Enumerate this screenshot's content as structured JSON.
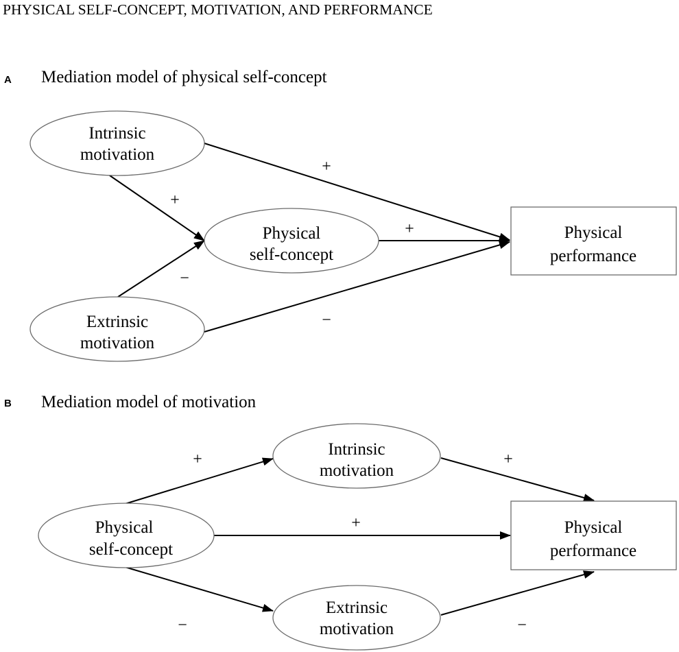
{
  "header": {
    "title": "PHYSICAL SELF-CONCEPT, MOTIVATION, AND PERFORMANCE"
  },
  "colors": {
    "text": "#000000",
    "node_border": "#6b6b6b",
    "edge": "#000000",
    "background": "#ffffff"
  },
  "panels": {
    "a": {
      "letter": "A",
      "title": "Mediation model of physical self-concept",
      "nodes": {
        "intrinsic": {
          "line1": "Intrinsic",
          "line2": "motivation"
        },
        "self_concept": {
          "line1": "Physical",
          "line2": "self-concept"
        },
        "extrinsic": {
          "line1": "Extrinsic",
          "line2": "motivation"
        },
        "performance": {
          "line1": "Physical",
          "line2": "performance"
        }
      },
      "edges": [
        {
          "from": "Intrinsic motivation",
          "to": "Physical performance",
          "sign": "+"
        },
        {
          "from": "Intrinsic motivation",
          "to": "Physical self-concept",
          "sign": "+"
        },
        {
          "from": "Physical self-concept",
          "to": "Physical performance",
          "sign": "+"
        },
        {
          "from": "Extrinsic motivation",
          "to": "Physical self-concept",
          "sign": "−"
        },
        {
          "from": "Extrinsic motivation",
          "to": "Physical performance",
          "sign": "−"
        }
      ]
    },
    "b": {
      "letter": "B",
      "title": "Mediation model of motivation",
      "nodes": {
        "self_concept": {
          "line1": "Physical",
          "line2": "self-concept"
        },
        "intrinsic": {
          "line1": "Intrinsic",
          "line2": "motivation"
        },
        "extrinsic": {
          "line1": "Extrinsic",
          "line2": "motivation"
        },
        "performance": {
          "line1": "Physical",
          "line2": "performance"
        }
      },
      "edges": [
        {
          "from": "Physical self-concept",
          "to": "Intrinsic motivation",
          "sign": "+"
        },
        {
          "from": "Intrinsic motivation",
          "to": "Physical performance",
          "sign": "+"
        },
        {
          "from": "Physical self-concept",
          "to": "Physical performance",
          "sign": "+"
        },
        {
          "from": "Physical self-concept",
          "to": "Extrinsic motivation",
          "sign": "−"
        },
        {
          "from": "Extrinsic motivation",
          "to": "Physical performance",
          "sign": "−"
        }
      ]
    }
  }
}
